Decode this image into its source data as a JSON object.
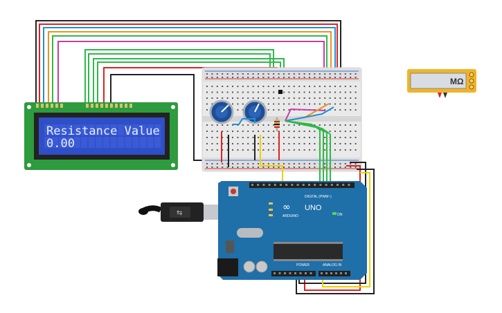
{
  "lcd": {
    "line1": "Resistance Value",
    "line2": "0.00"
  },
  "multimeter": {
    "unit": "MΩ"
  },
  "arduino": {
    "logo_text": "UNO",
    "brand": "ARDUINO",
    "digital_label": "DIGITAL (PWM~)",
    "power_label": "POWER",
    "analog_label": "ANALOG IN",
    "on_label": "ON"
  },
  "colors": {
    "lcd_board": "#2e9b3e",
    "lcd_screen": "#2f4fc7",
    "arduino_board": "#1f6fa8",
    "breadboard": "#e9e9e9",
    "multimeter": "#f0b429"
  }
}
